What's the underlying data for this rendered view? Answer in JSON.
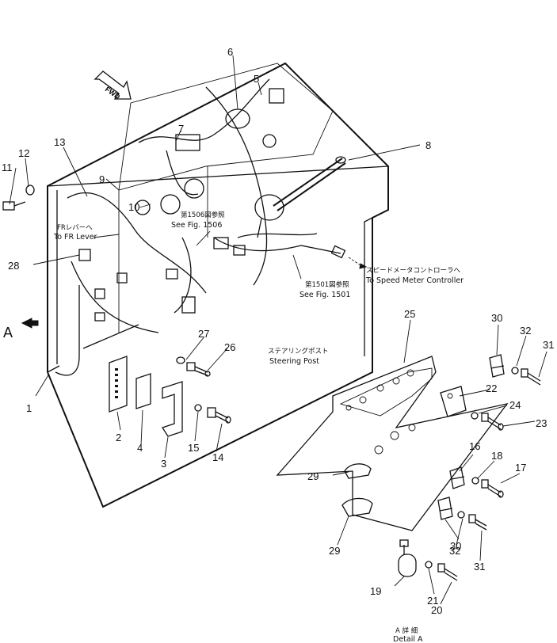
{
  "arrows": {
    "fwd": "FWD",
    "view_a": "A"
  },
  "annotations": {
    "fr_lever_jp": "FRレバーへ",
    "fr_lever_en": "To FR Lever",
    "fig1506_jp": "第1506図参照",
    "fig1506_en": "See Fig. 1506",
    "speed_jp": "スピードメータコントローラへ",
    "speed_en": "To Speed Meter Controller",
    "fig1501_jp": "第1501図参照",
    "fig1501_en": "See Fig. 1501",
    "steering_jp": "ステアリングポスト",
    "steering_en": "Steering Post",
    "detail_jp": "A 詳 細",
    "detail_en": "Detail A"
  },
  "callouts": [
    "1",
    "2",
    "3",
    "4",
    "5",
    "6",
    "7",
    "8",
    "9",
    "10",
    "11",
    "12",
    "13",
    "14",
    "15",
    "16",
    "17",
    "18",
    "19",
    "20",
    "21",
    "22",
    "23",
    "24",
    "25",
    "26",
    "27",
    "28",
    "29",
    "29",
    "30",
    "30",
    "31",
    "31",
    "32",
    "32"
  ]
}
